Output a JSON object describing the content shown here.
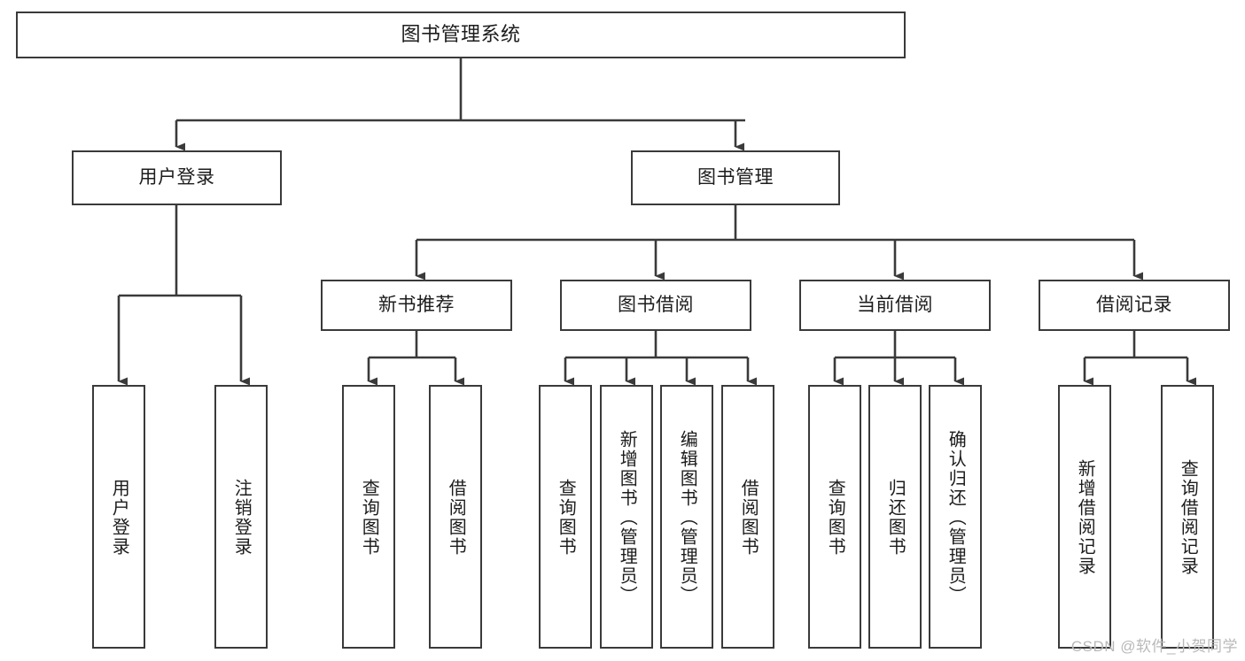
{
  "diagram": {
    "title": "图书管理系统",
    "type": "tree",
    "watermark": "CSDN @软件_小贺同学",
    "colors": {
      "box_border": "#3a3a3a",
      "connector": "#3a3a3a",
      "background": "#ffffff",
      "text": "#1c1c1c",
      "watermark": "#b9b9b9"
    },
    "nodes": {
      "root": {
        "label": "图书管理系统",
        "level": 0
      },
      "user_login": {
        "label": "用户登录",
        "level": 1
      },
      "book_manage": {
        "label": "图书管理",
        "level": 1
      },
      "new_book_rec": {
        "label": "新书推荐",
        "level": 2
      },
      "book_borrow": {
        "label": "图书借阅",
        "level": 2
      },
      "current_borrow": {
        "label": "当前借阅",
        "level": 2
      },
      "borrow_record": {
        "label": "借阅记录",
        "level": 2
      },
      "leaf_user_login": {
        "label": "用户登录",
        "level": 3
      },
      "leaf_logout": {
        "label": "注销登录",
        "level": 3
      },
      "leaf_query_book_1": {
        "label": "查询图书",
        "level": 3
      },
      "leaf_borrow_book_1": {
        "label": "借阅图书",
        "level": 3
      },
      "leaf_query_book_2": {
        "label": "查询图书",
        "level": 3
      },
      "leaf_add_book": {
        "label": "新增图书（管理员）",
        "level": 3
      },
      "leaf_edit_book": {
        "label": "编辑图书（管理员）",
        "level": 3
      },
      "leaf_borrow_book_2": {
        "label": "借阅图书",
        "level": 3
      },
      "leaf_query_book_3": {
        "label": "查询图书",
        "level": 3
      },
      "leaf_return_book": {
        "label": "归还图书",
        "level": 3
      },
      "leaf_confirm_return": {
        "label": "确认归还（管理员）",
        "level": 3
      },
      "leaf_add_record": {
        "label": "新增借阅记录",
        "level": 3
      },
      "leaf_query_record": {
        "label": "查询借阅记录",
        "level": 3
      }
    },
    "edges": [
      {
        "from": "root",
        "to": "user_login"
      },
      {
        "from": "root",
        "to": "book_manage"
      },
      {
        "from": "user_login",
        "to": "leaf_user_login"
      },
      {
        "from": "user_login",
        "to": "leaf_logout"
      },
      {
        "from": "book_manage",
        "to": "new_book_rec"
      },
      {
        "from": "book_manage",
        "to": "book_borrow"
      },
      {
        "from": "book_manage",
        "to": "current_borrow"
      },
      {
        "from": "book_manage",
        "to": "borrow_record"
      },
      {
        "from": "new_book_rec",
        "to": "leaf_query_book_1"
      },
      {
        "from": "new_book_rec",
        "to": "leaf_borrow_book_1"
      },
      {
        "from": "book_borrow",
        "to": "leaf_query_book_2"
      },
      {
        "from": "book_borrow",
        "to": "leaf_add_book"
      },
      {
        "from": "book_borrow",
        "to": "leaf_edit_book"
      },
      {
        "from": "book_borrow",
        "to": "leaf_borrow_book_2"
      },
      {
        "from": "current_borrow",
        "to": "leaf_query_book_3"
      },
      {
        "from": "current_borrow",
        "to": "leaf_return_book"
      },
      {
        "from": "current_borrow",
        "to": "leaf_confirm_return"
      },
      {
        "from": "borrow_record",
        "to": "leaf_add_record"
      },
      {
        "from": "borrow_record",
        "to": "leaf_query_record"
      }
    ]
  }
}
